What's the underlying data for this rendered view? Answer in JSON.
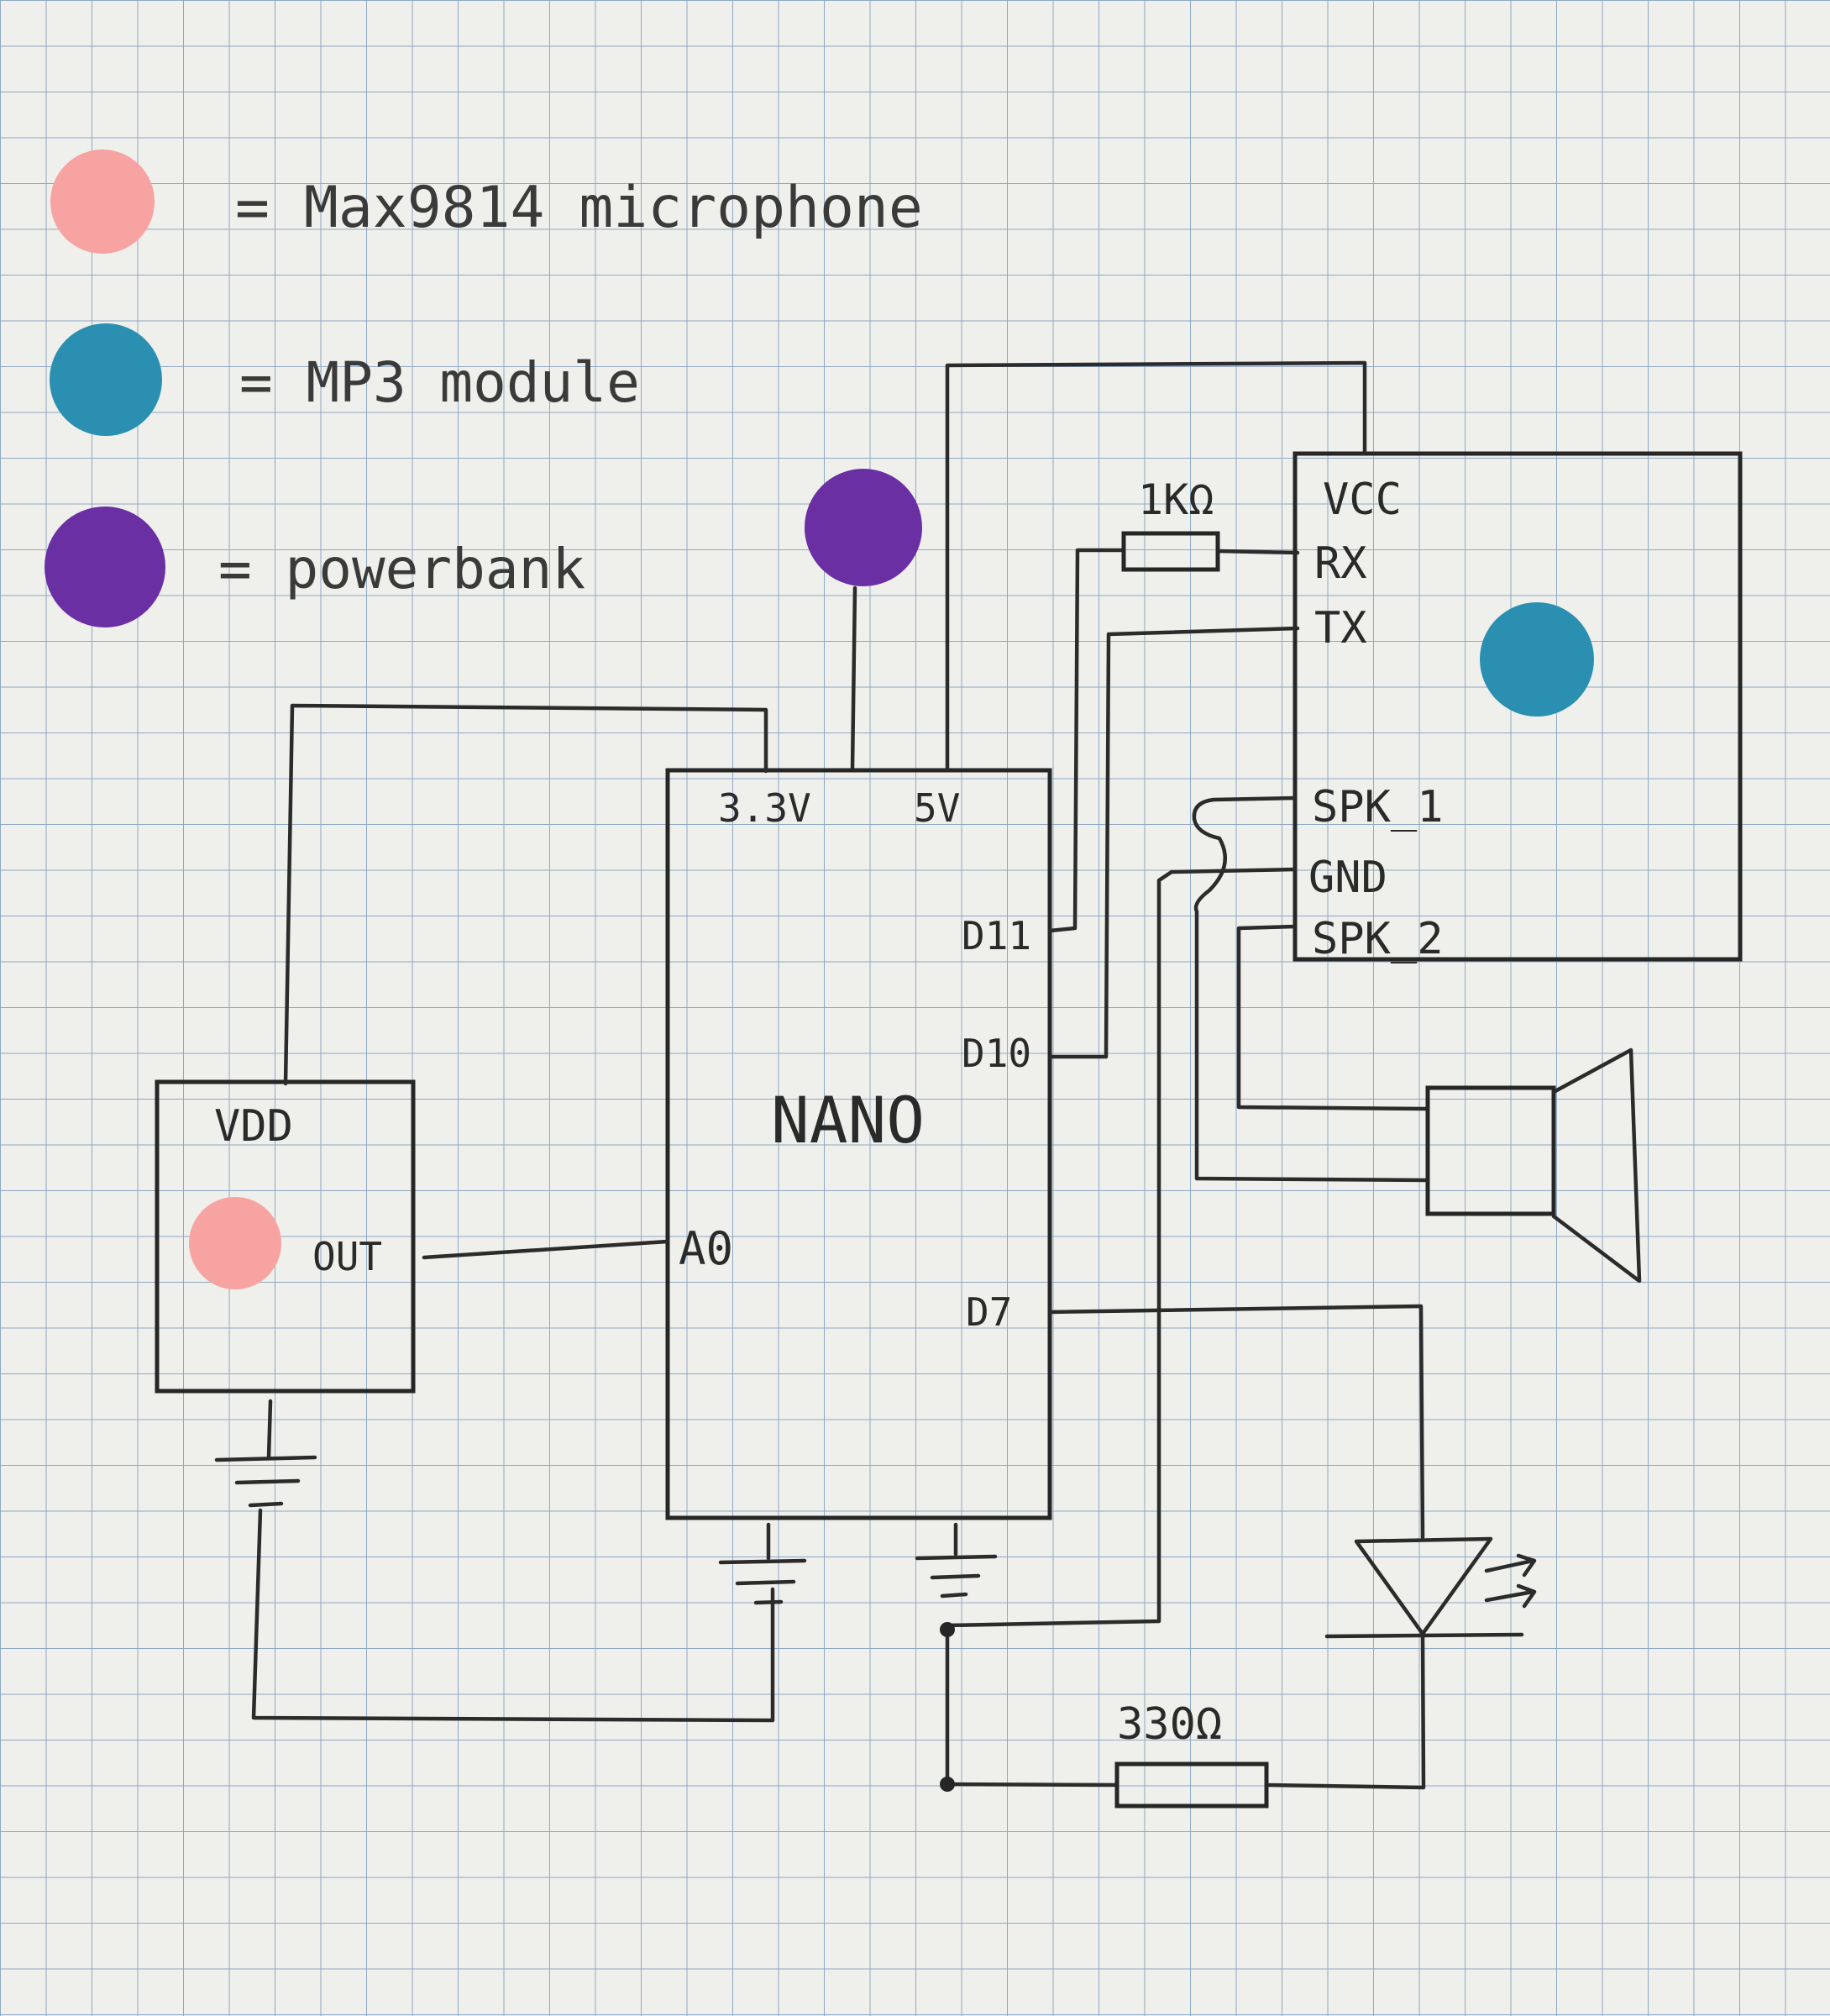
{
  "colors": {
    "paper": "#efefec",
    "grid": "#8fa9c4",
    "ink": "#2b2b2b",
    "microphone": "#f6a3a2",
    "mp3_module": "#2a8fb0",
    "powerbank": "#6a2fa3"
  },
  "legend": [
    {
      "color_key": "microphone",
      "text": "= Max9814 microphone"
    },
    {
      "color_key": "mp3_module",
      "text": "= MP3 module"
    },
    {
      "color_key": "powerbank",
      "text": "= powerbank"
    }
  ],
  "nano": {
    "title": "NANO",
    "pins": {
      "v33": "3.3V",
      "v5": "5V",
      "d11": "D11",
      "d10": "D10",
      "a0": "A0",
      "d7": "D7"
    }
  },
  "microphone": {
    "pins": {
      "vdd": "VDD",
      "out": "OUT"
    }
  },
  "mp3": {
    "pins": {
      "vcc": "VCC",
      "rx": "RX",
      "tx": "TX",
      "spk1": "SPK_1",
      "gnd": "GND",
      "spk2": "SPK_2"
    }
  },
  "resistors": {
    "r1": "1KΩ",
    "r2": "330Ω"
  }
}
